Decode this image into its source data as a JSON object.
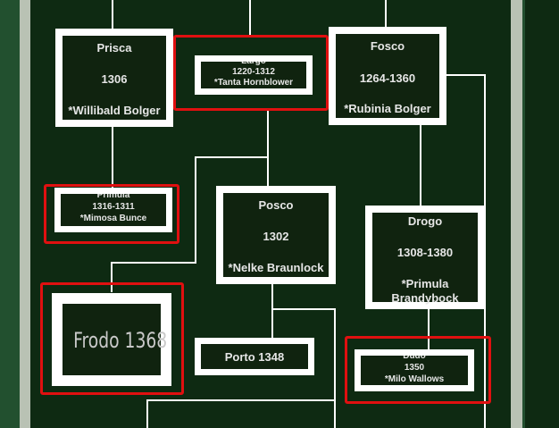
{
  "tree": {
    "nodes": {
      "prisca": {
        "name": "Prisca",
        "dates": "1306",
        "spouse": "*Willibald Bolger"
      },
      "largo": {
        "name": "Largo",
        "dates": "1220-1312",
        "spouse": "*Tanta Hornblower"
      },
      "fosco": {
        "name": "Fosco",
        "dates": "1264-1360",
        "spouse": "*Rubinia Bolger"
      },
      "primula_node": {
        "name": "Primula",
        "dates": "1316-1311",
        "spouse": "*Mimosa Bunce"
      },
      "posco": {
        "name": "Posco",
        "dates": "1302",
        "spouse": "*Nelke Braunlock"
      },
      "drogo": {
        "name": "Drogo",
        "dates": "1308-1380",
        "spouse_line1": "*Primula",
        "spouse_line2": "Brandybock"
      },
      "frodo": {
        "label": "Frodo 1368"
      },
      "porto": {
        "label": "Porto 1348"
      },
      "dudo": {
        "name": "Dudo",
        "dates": "1350",
        "spouse": "*Milo Wallows"
      }
    }
  },
  "colors": {
    "canvas": "#0e2a12",
    "card": "#10230f",
    "border": "#ffffff",
    "highlight": "#e01010",
    "rail": "#b9c2b4"
  }
}
